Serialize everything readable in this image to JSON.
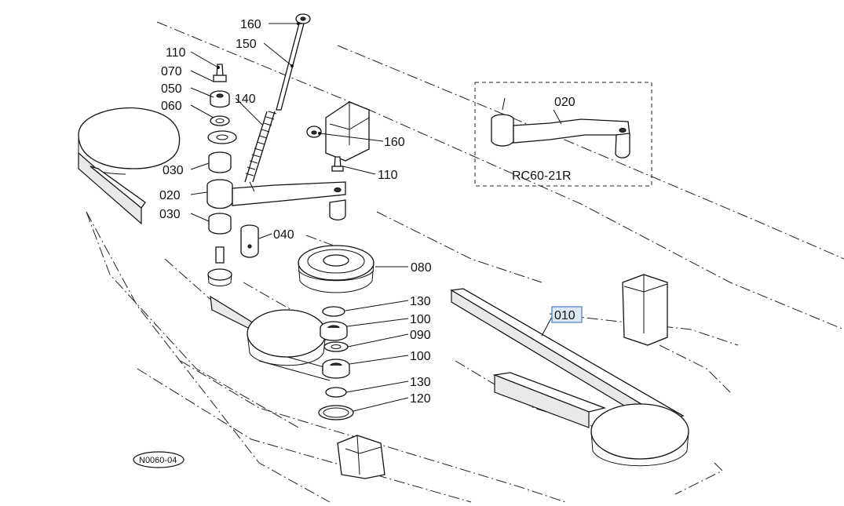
{
  "diagram": {
    "code": "N0060-04",
    "inset_caption": "RC60-21R",
    "highlighted_label": "010",
    "labels": {
      "p160_top": "160",
      "p150": "150",
      "p110_left": "110",
      "p070": "070",
      "p050": "050",
      "p060": "060",
      "p140": "140",
      "p030_a": "030",
      "p020": "020",
      "p030_b": "030",
      "p040": "040",
      "p160_right": "160",
      "p110_right": "110",
      "p080": "080",
      "p130_a": "130",
      "p100_a": "100",
      "p090": "090",
      "p100_b": "100",
      "p130_b": "130",
      "p120": "120",
      "p010": "010",
      "inset_020": "020"
    }
  }
}
